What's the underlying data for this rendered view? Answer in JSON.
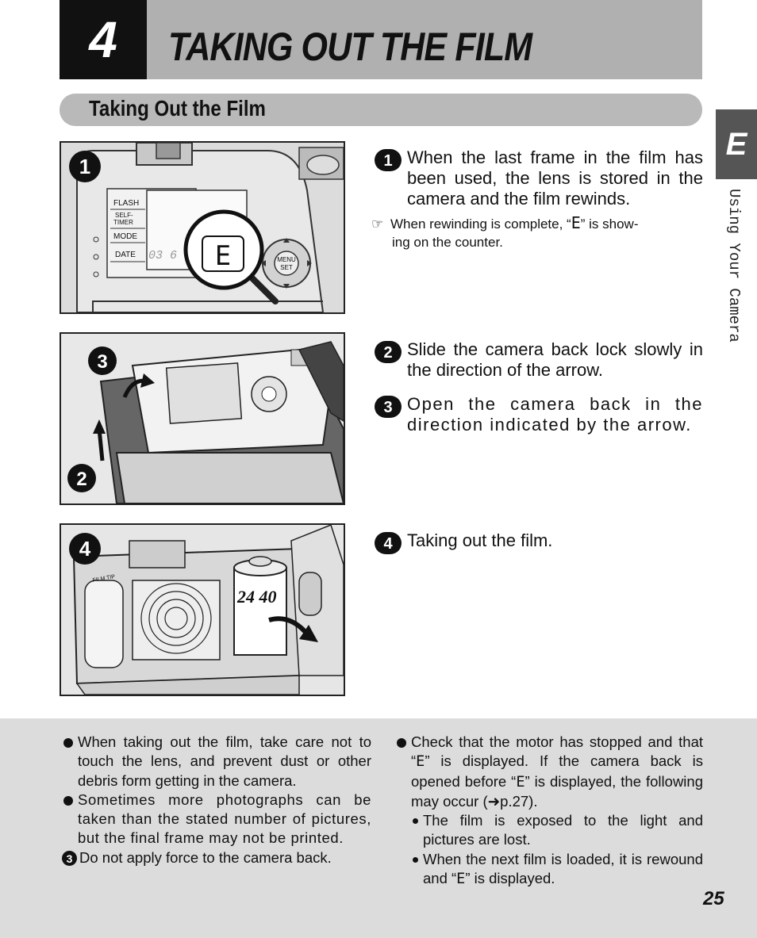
{
  "header": {
    "chapter_number": "4",
    "title": "TAKING OUT THE FILM"
  },
  "section": {
    "title": "Taking Out the Film"
  },
  "side_tab": {
    "letter": "E",
    "text": "Using Your Camera"
  },
  "figures": {
    "fig1": {
      "marker": "1",
      "buttons": [
        "FLASH",
        "SELF-",
        "TIMER",
        "MODE",
        "DATE"
      ],
      "counter_text": "03 6",
      "lcd_symbol": "E",
      "menu_label": [
        "MENU",
        "SET"
      ]
    },
    "fig2": {
      "markers": [
        "3",
        "2"
      ]
    },
    "fig3": {
      "marker": "4",
      "film_tip": "FILM TIP",
      "film_numbers": "24 40"
    }
  },
  "steps": [
    {
      "num": "1",
      "text": "When the last frame in the film has been used, the lens is stored in the camera and the film rewinds."
    },
    {
      "num": "2",
      "text": "Slide the camera back lock slowly in the direction of the arrow."
    },
    {
      "num": "3",
      "text": "Open the camera back in the direction indicated by the arrow."
    },
    {
      "num": "4",
      "text": "Taking out the film."
    }
  ],
  "note": {
    "before": "When rewinding is complete, “",
    "symbol": "E",
    "after_line1": "” is show-",
    "line2": "ing on the counter."
  },
  "bottom": {
    "left": [
      "When taking out the film, take care not to touch the lens, and prevent dust or other debris form getting in the camera.",
      "Sometimes more photographs can be taken than the stated number of pictures, but the final frame may not be printed."
    ],
    "left_num3": "Do not apply force to the camera back.",
    "right_main": {
      "p1": "Check that the motor has stopped and that “",
      "sym": "E",
      "p2": "” is displayed. If the camera back is opened before “",
      "p3": "” is displayed, the following may occur (",
      "arrow": "➜",
      "p4": "p.27)."
    },
    "right_subs": [
      "The film is exposed to the light and pictures are lost.",
      {
        "p1": "When the next film is loaded, it is rewound and “",
        "sym": "E",
        "p2": "” is displayed."
      }
    ]
  },
  "page_number": "25"
}
